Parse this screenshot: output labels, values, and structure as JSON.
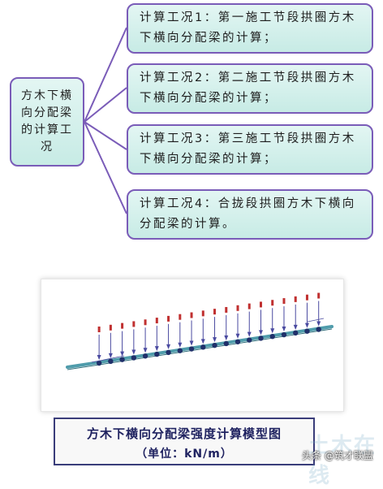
{
  "diagram": {
    "root": "方木下横向分配梁的计算工况",
    "cases": [
      "计算工况1：第一施工节段拱圈方木下横向分配梁的计算；",
      "计算工况2：第二施工节段拱圈方木下横向分配梁的计算；",
      "计算工况3：第三施工节段拱圈方木下横向分配梁的计算；",
      "计算工况4：合拢段拱圈方木下横向分配梁的计算。"
    ],
    "colors": {
      "box_fill": "#d3efea",
      "box_border": "#7a5cb8",
      "connector": "#7a5cb8"
    }
  },
  "model": {
    "caption_line1": "方木下横向分配梁强度计算模型图",
    "caption_line2": "（单位：kN/m）",
    "load_count": 20,
    "colors": {
      "beam": "#4f9cab",
      "load": "#4a4aa0",
      "load_label": "#c03030"
    }
  },
  "watermark": "土木在线",
  "attribution": "头条 @筑才联盟"
}
